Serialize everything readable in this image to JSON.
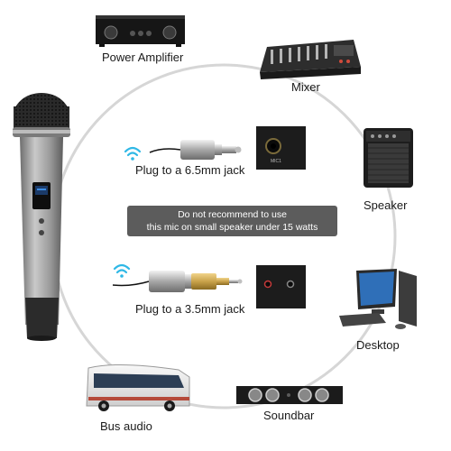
{
  "labels": {
    "power_amplifier": "Power Amplifier",
    "mixer": "Mixer",
    "speaker": "Speaker",
    "desktop": "Desktop",
    "soundbar": "Soundbar",
    "bus_audio": "Bus audio",
    "plug_65": "Plug to a 6.5mm jack",
    "plug_35": "Plug to a 3.5mm jack",
    "mic_port": "MIC1"
  },
  "notice": {
    "line1": "Do not recommend to use",
    "line2": "this mic on small speaker under 15 watts"
  },
  "colors": {
    "notice_bg": "#5c5c5c",
    "circle": "#d6d6d6",
    "wifi": "#2fb8e6",
    "mic_body": "#9a9a9a",
    "gold": "#c9a24a"
  },
  "icons": [
    "wifi-icon",
    "microphone",
    "amplifier",
    "mixer",
    "speaker",
    "desktop-computer",
    "soundbar",
    "bus"
  ]
}
